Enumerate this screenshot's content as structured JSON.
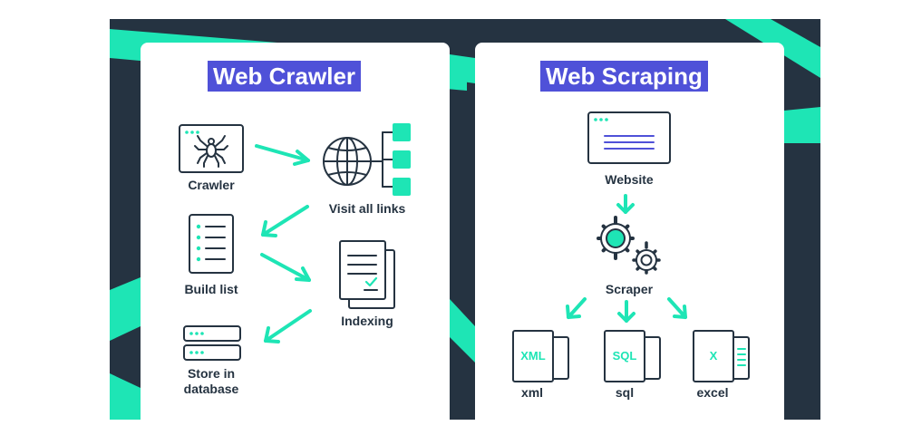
{
  "colors": {
    "background": "#253341",
    "accent": "#1ee5b5",
    "title_bg": "#4f51d8",
    "title_text": "#ffffff",
    "ink": "#253341",
    "panel": "#ffffff"
  },
  "crawler": {
    "title": "Web Crawler",
    "nodes": {
      "crawler": {
        "label": "Crawler",
        "icon": "spider-window-icon"
      },
      "visit_links": {
        "label": "Visit all links",
        "icon": "globe-sitemap-icon"
      },
      "build_list": {
        "label": "Build list",
        "icon": "list-document-icon"
      },
      "indexing": {
        "label": "Indexing",
        "icon": "stacked-documents-icon"
      },
      "store": {
        "label_line1": "Store in",
        "label_line2": "database",
        "icon": "database-server-icon"
      }
    }
  },
  "scraping": {
    "title": "Web Scraping",
    "nodes": {
      "website": {
        "label": "Website",
        "icon": "browser-window-icon"
      },
      "scraper": {
        "label": "Scraper",
        "icon": "gears-icon"
      },
      "xml": {
        "label": "xml",
        "badge": "XML",
        "icon": "xml-file-icon"
      },
      "sql": {
        "label": "sql",
        "badge": "SQL",
        "icon": "sql-file-icon"
      },
      "excel": {
        "label": "excel",
        "badge": "X",
        "icon": "excel-file-icon"
      }
    }
  }
}
